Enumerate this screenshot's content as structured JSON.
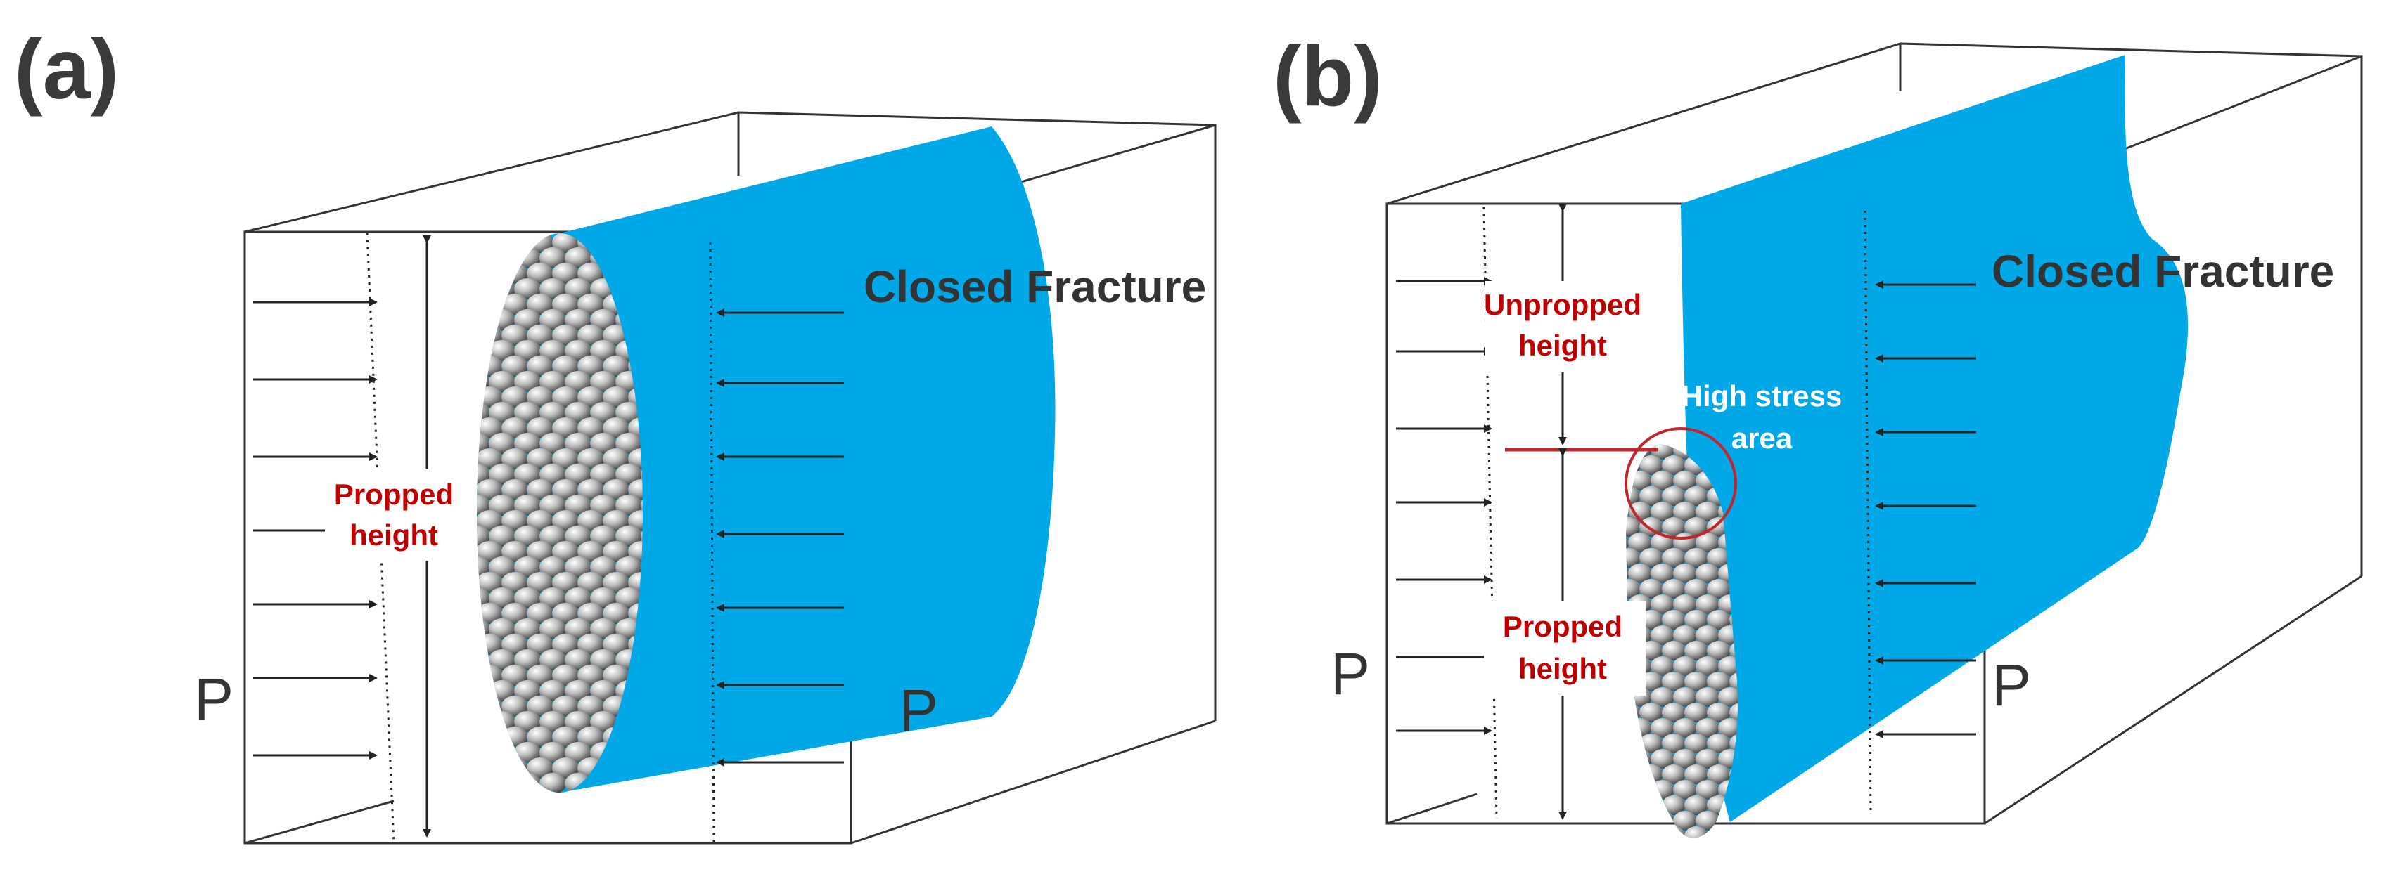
{
  "panels": [
    {
      "letter": "(a)",
      "closed_fracture_label": "Closed Fracture",
      "propped_label_line1": "Propped",
      "propped_label_line2": "height",
      "pressure_left": "P",
      "pressure_right": "P"
    },
    {
      "letter": "(b)",
      "closed_fracture_label": "Closed Fracture",
      "unpropped_label_line1": "Unpropped",
      "unpropped_label_line2": "height",
      "high_stress_line1": "High stress",
      "high_stress_line2": "area",
      "propped_label_line1": "Propped",
      "propped_label_line2": "height",
      "pressure_left": "P",
      "pressure_right": "P"
    }
  ],
  "colors": {
    "fracture_fill": "#00a8e8",
    "label_red": "#c00000",
    "outline": "#333333",
    "proppant": "#8a8a8a"
  }
}
